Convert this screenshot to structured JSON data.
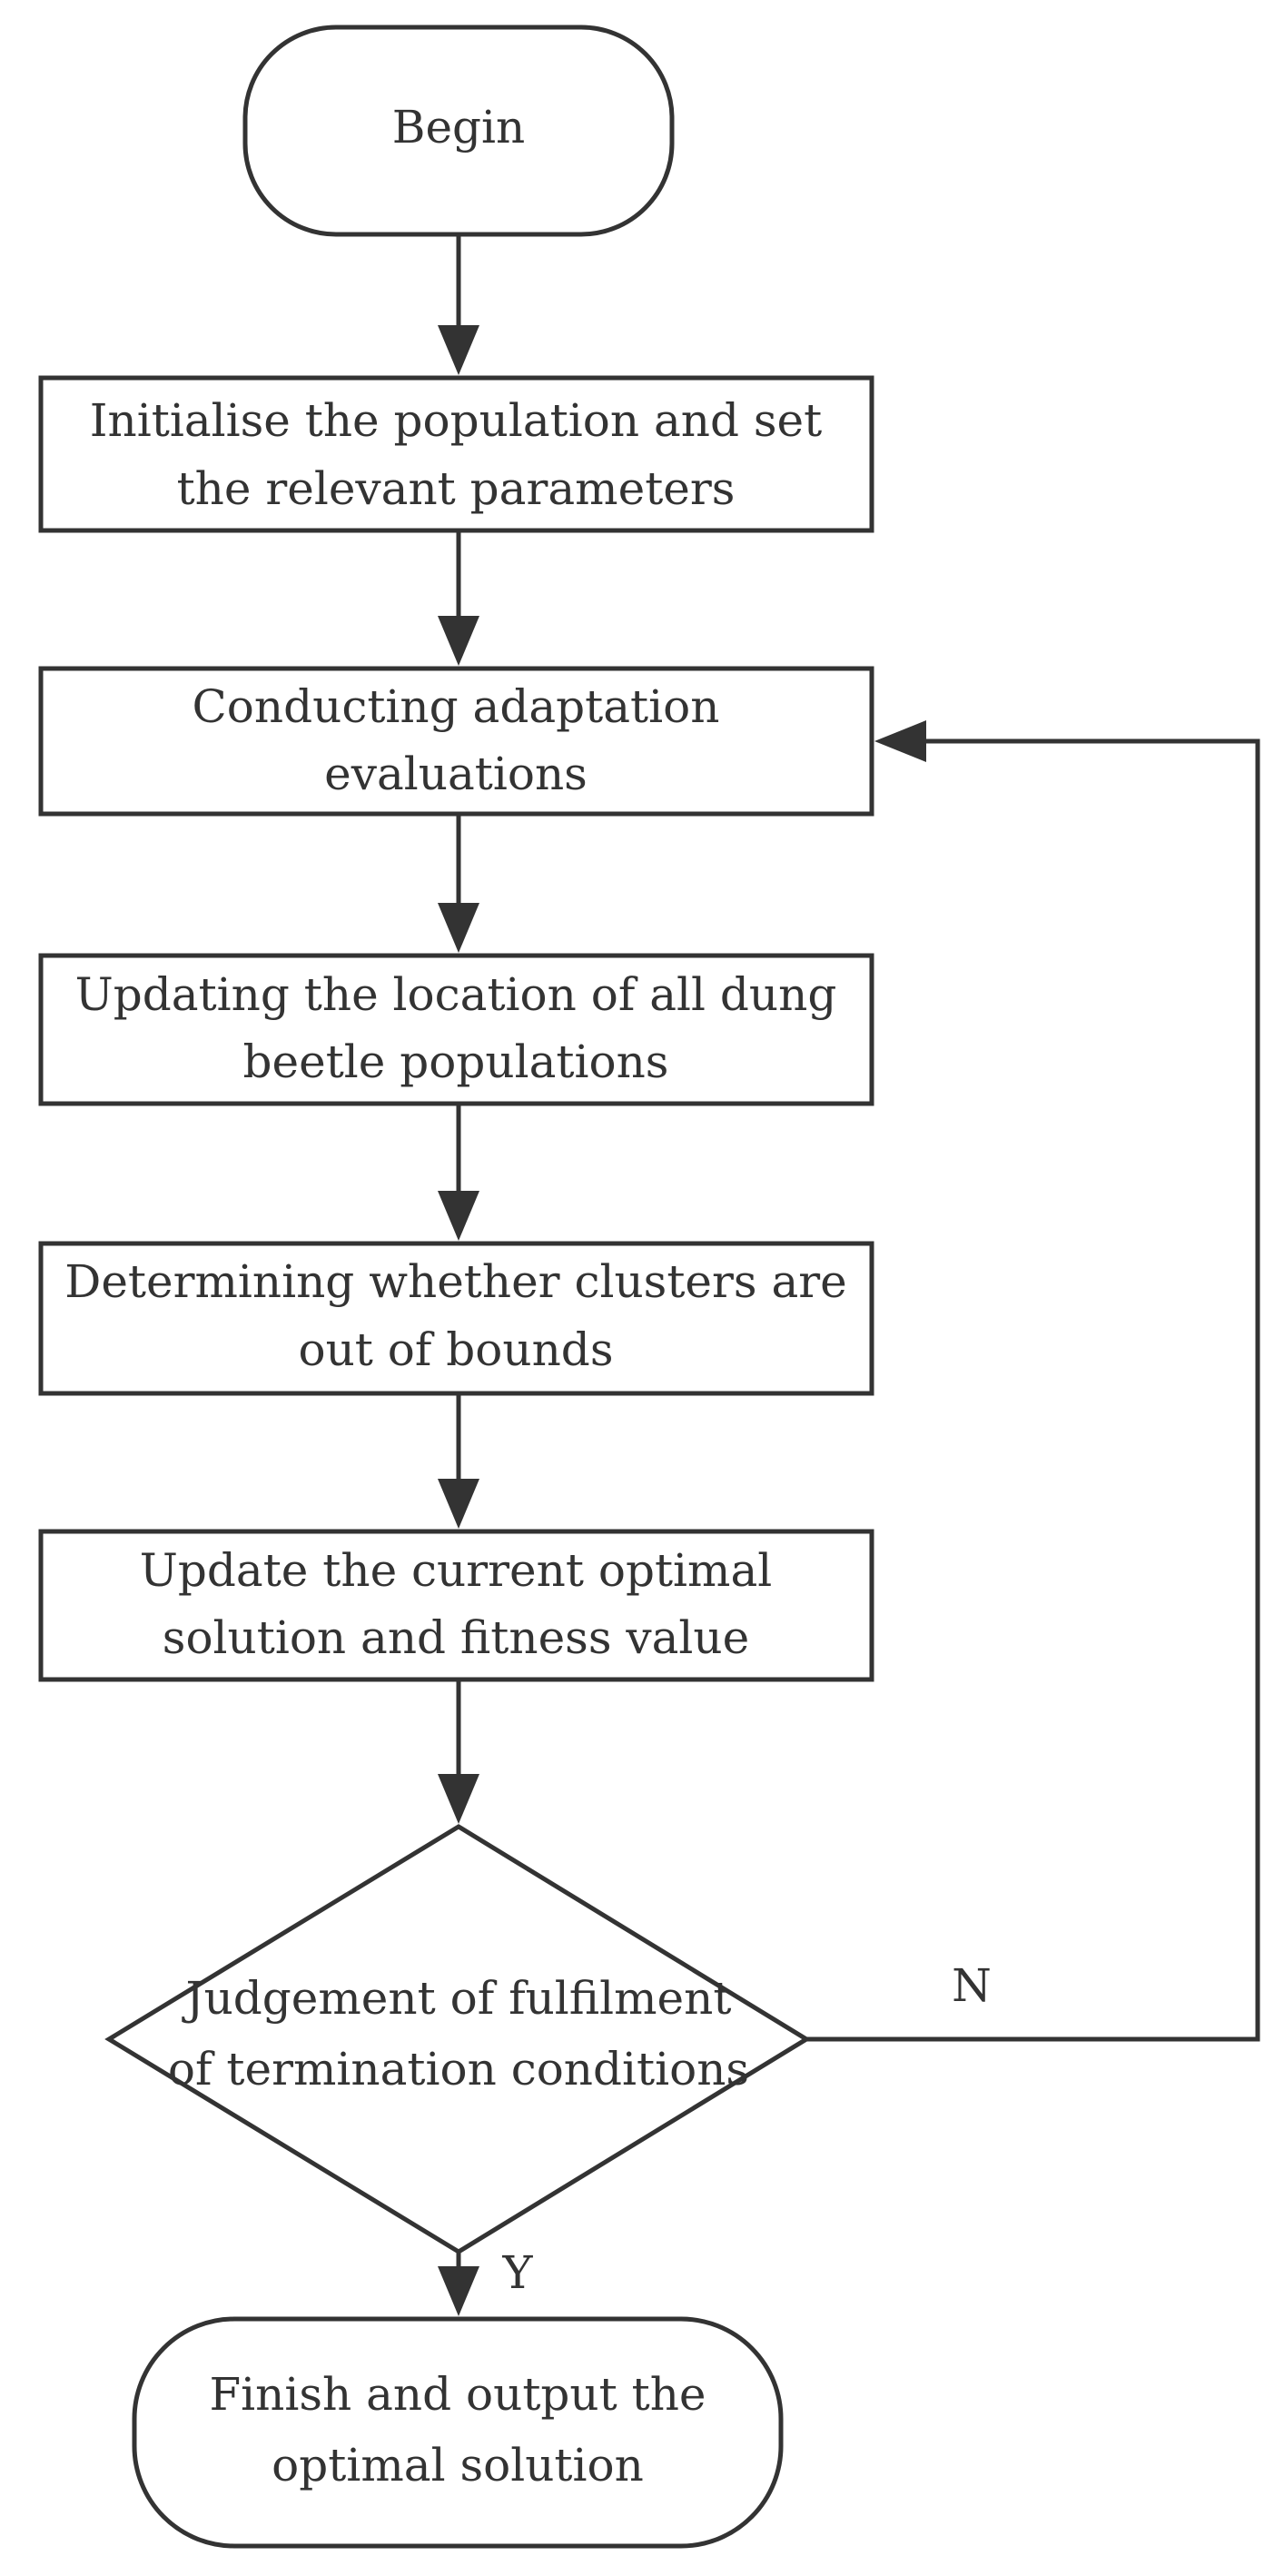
{
  "flowchart": {
    "begin_label": "Begin",
    "step_initialise": [
      "Initialise the population and set",
      "the relevant parameters"
    ],
    "step_evaluate": [
      "Conducting adaptation",
      "evaluations"
    ],
    "step_update_location": [
      "Updating the location of all dung",
      "beetle populations"
    ],
    "step_bounds": [
      "Determining whether clusters are",
      "out of bounds"
    ],
    "step_update_optimal": [
      "Update the current optimal",
      "solution and fitness value"
    ],
    "decision_termination": [
      "Judgement of fulfilment",
      "of termination conditions"
    ],
    "branch_no_label": "N",
    "branch_yes_label": "Y",
    "end_label": [
      "Finish and output the",
      "optimal solution"
    ]
  }
}
